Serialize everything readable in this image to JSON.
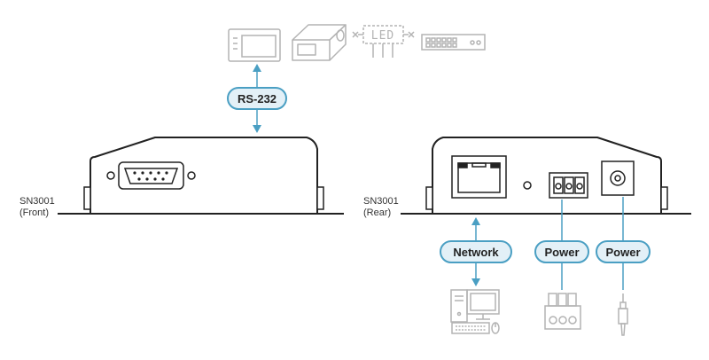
{
  "front_label": {
    "line1": "SN3001",
    "line2": "(Front)"
  },
  "rear_label": {
    "line1": "SN3001",
    "line2": "(Rear)"
  },
  "pills": {
    "rs232": "RS-232",
    "network": "Network",
    "power_terminal": "Power",
    "power_jack": "Power"
  },
  "devices": {
    "led_sign_text": "LED"
  },
  "colors": {
    "accent": "#4a9fc3",
    "device_outline": "#222222",
    "icon_gray": "#b3b3b3",
    "pill_fill": "#e3f0f7"
  },
  "icons": [
    "touch-panel-icon",
    "projector-icon",
    "led-sign-icon",
    "rack-device-icon",
    "computer-icon",
    "terminal-block-icon",
    "dc-plug-icon"
  ]
}
